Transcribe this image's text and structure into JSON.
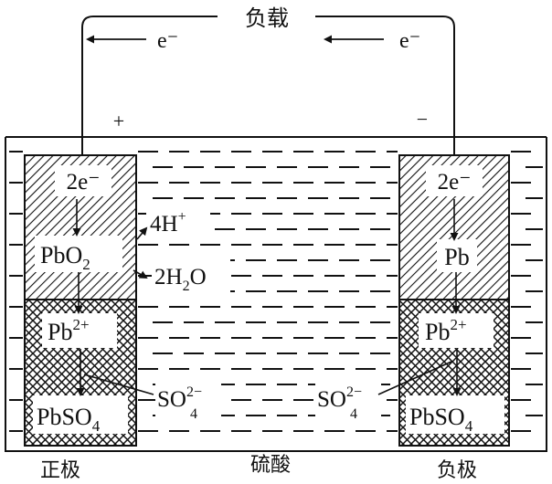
{
  "circuit": {
    "load_label": "负载",
    "electron_left": "e⁻",
    "electron_right": "e⁻",
    "positive_sign": "+",
    "negative_sign": "−"
  },
  "electrolyte": {
    "label": "硫酸"
  },
  "positive_electrode": {
    "caption": "正极",
    "electrons": "2e⁻",
    "reactant": {
      "base": "PbO",
      "sub": "2"
    },
    "ion": {
      "base": "Pb",
      "sup": "2+"
    },
    "product": {
      "base": "PbSO",
      "sub": "4"
    }
  },
  "negative_electrode": {
    "caption": "负极",
    "electrons": "2e⁻",
    "reactant": {
      "base": "Pb"
    },
    "ion": {
      "base": "Pb",
      "sup": "2+"
    },
    "product": {
      "base": "PbSO",
      "sub": "4"
    }
  },
  "species": {
    "hydrogen": {
      "coef": "4H",
      "sup": "+"
    },
    "water": {
      "pre": "2H",
      "sub": "2",
      "post": "O"
    },
    "sulfate_left": {
      "base": "SO",
      "sup": "2−",
      "sub": "4"
    },
    "sulfate_right": {
      "base": "SO",
      "sup": "2−",
      "sub": "4"
    }
  },
  "colors": {
    "ink": "#111111",
    "background": "#ffffff"
  }
}
